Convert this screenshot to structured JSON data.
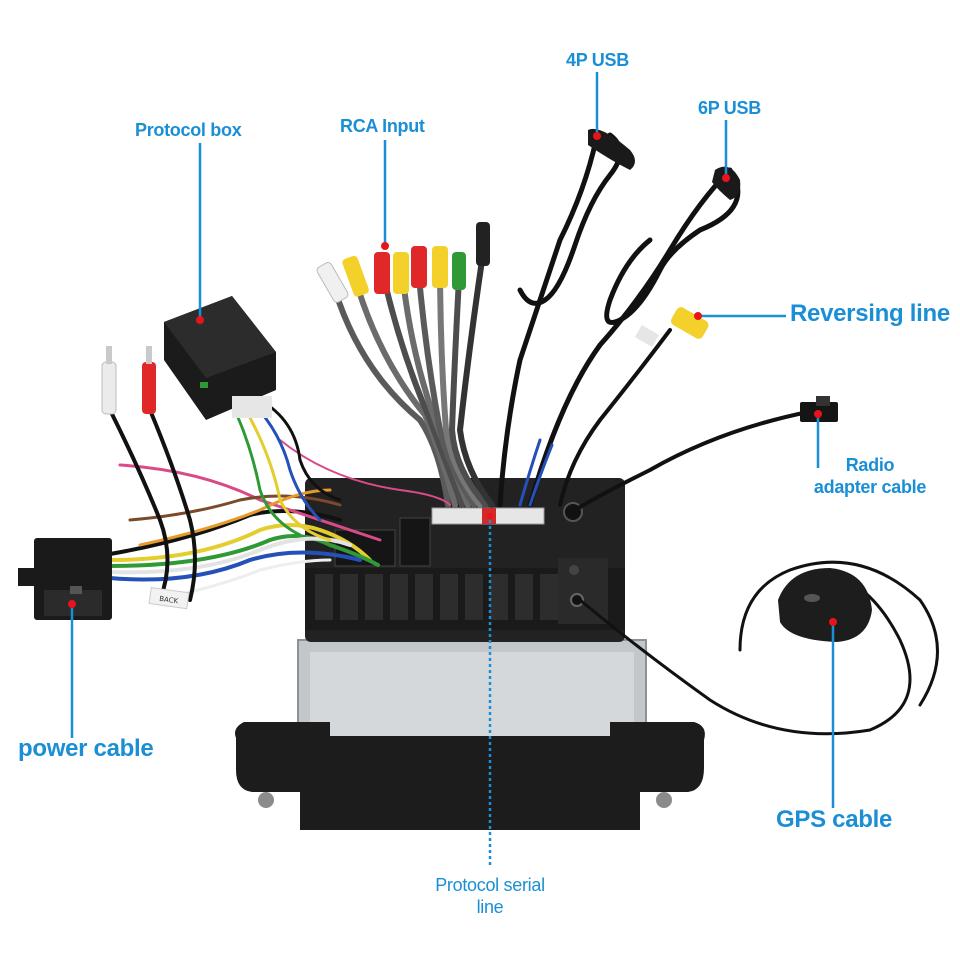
{
  "colors": {
    "accent": "#1a8fd6",
    "marker": "#e8141c",
    "device": "#1e1e1e",
    "chassis": "#b9bcc0"
  },
  "labels": {
    "protocol_box": "Protocol box",
    "rca_input": "RCA Input",
    "usb_4p": "4P USB",
    "usb_6p": "6P USB",
    "reversing_line": "Reversing line",
    "radio_adapter_line1": "Radio",
    "radio_adapter_line2": "adapter cable",
    "power_cable": "power cable",
    "gps_cable": "GPS cable",
    "protocol_serial_line1": "Protocol serial",
    "protocol_serial_line2": "line"
  },
  "harness_tag": "BACK"
}
